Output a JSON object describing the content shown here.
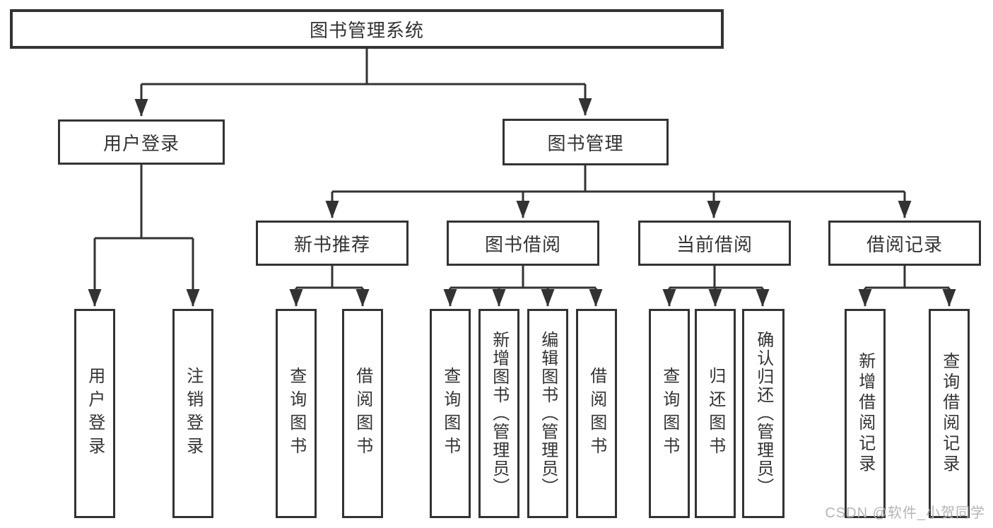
{
  "colors": {
    "line": "#333333",
    "text": "#333333",
    "background": "#ffffff",
    "watermark": "#b5b5b5"
  },
  "watermark": "CSDN @软件_小贺同学",
  "tree": {
    "label": "图书管理系统",
    "children": [
      {
        "label": "用户登录",
        "children": [
          {
            "label": "用户登录"
          },
          {
            "label": "注销登录"
          }
        ]
      },
      {
        "label": "图书管理",
        "children": [
          {
            "label": "新书推荐",
            "children": [
              {
                "label": "查询图书"
              },
              {
                "label": "借阅图书"
              }
            ]
          },
          {
            "label": "图书借阅",
            "children": [
              {
                "label": "查询图书"
              },
              {
                "label": "新增图书（管理员）"
              },
              {
                "label": "编辑图书（管理员）"
              },
              {
                "label": "借阅图书"
              }
            ]
          },
          {
            "label": "当前借阅",
            "children": [
              {
                "label": "查询图书"
              },
              {
                "label": "归还图书"
              },
              {
                "label": "确认归还（管理员）"
              }
            ]
          },
          {
            "label": "借阅记录",
            "children": [
              {
                "label": "新增借阅记录"
              },
              {
                "label": "查询借阅记录"
              }
            ]
          }
        ]
      }
    ]
  }
}
